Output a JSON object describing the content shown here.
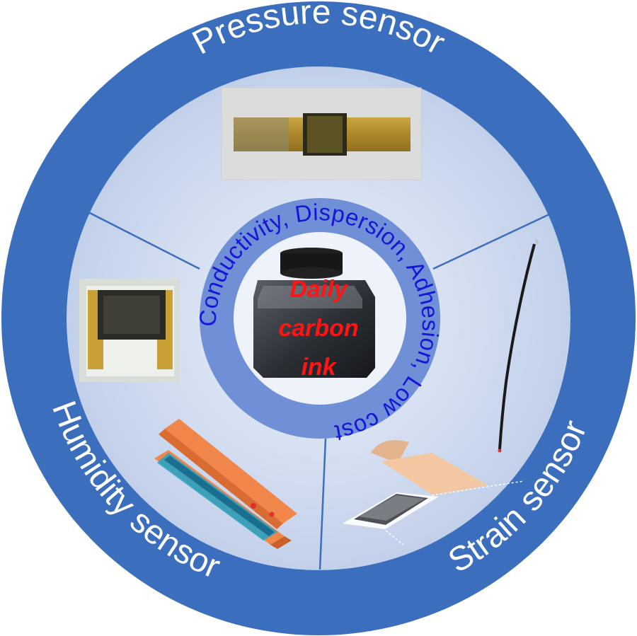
{
  "outer_labels": {
    "pressure": "Pressure sensor",
    "humidity": "Humidity sensor",
    "strain": "Strain sensor"
  },
  "inner_ring_text": "Conductivity, Dispersion, Adhesion, Low cost",
  "center_label": {
    "line1": "Daily",
    "line2": "carbon",
    "line3": "ink"
  },
  "colors": {
    "outer_ring": "#3b6fbe",
    "inner_fill_center": "#eef2fa",
    "inner_fill_edge": "#c2d0ea",
    "mid_ring": "#6f8fd6",
    "ring_text": "#1616d8",
    "center_text": "#ff1414",
    "divider": "#3b6fbe",
    "outer_text": "#ffffff"
  }
}
